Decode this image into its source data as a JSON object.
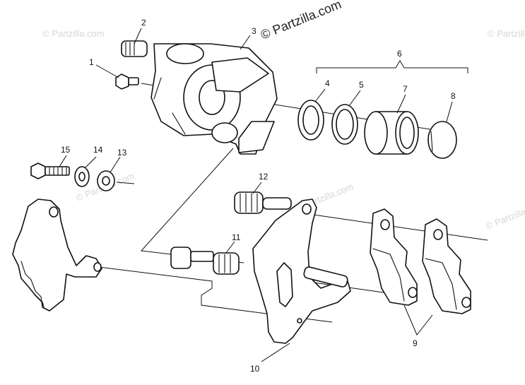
{
  "watermark": {
    "main": "© Partzilla.com",
    "repeated": "© Partzilla.com"
  },
  "callouts": {
    "c1": "1",
    "c2": "2",
    "c3": "3",
    "c4": "4",
    "c5": "5",
    "c6": "6",
    "c7": "7",
    "c8": "8",
    "c9": "9",
    "c10": "10",
    "c11": "11",
    "c12": "12",
    "c13": "13",
    "c14": "14",
    "c15": "15"
  },
  "colors": {
    "line": "#111111",
    "watermark": "#d6d6d6",
    "background": "#ffffff"
  }
}
